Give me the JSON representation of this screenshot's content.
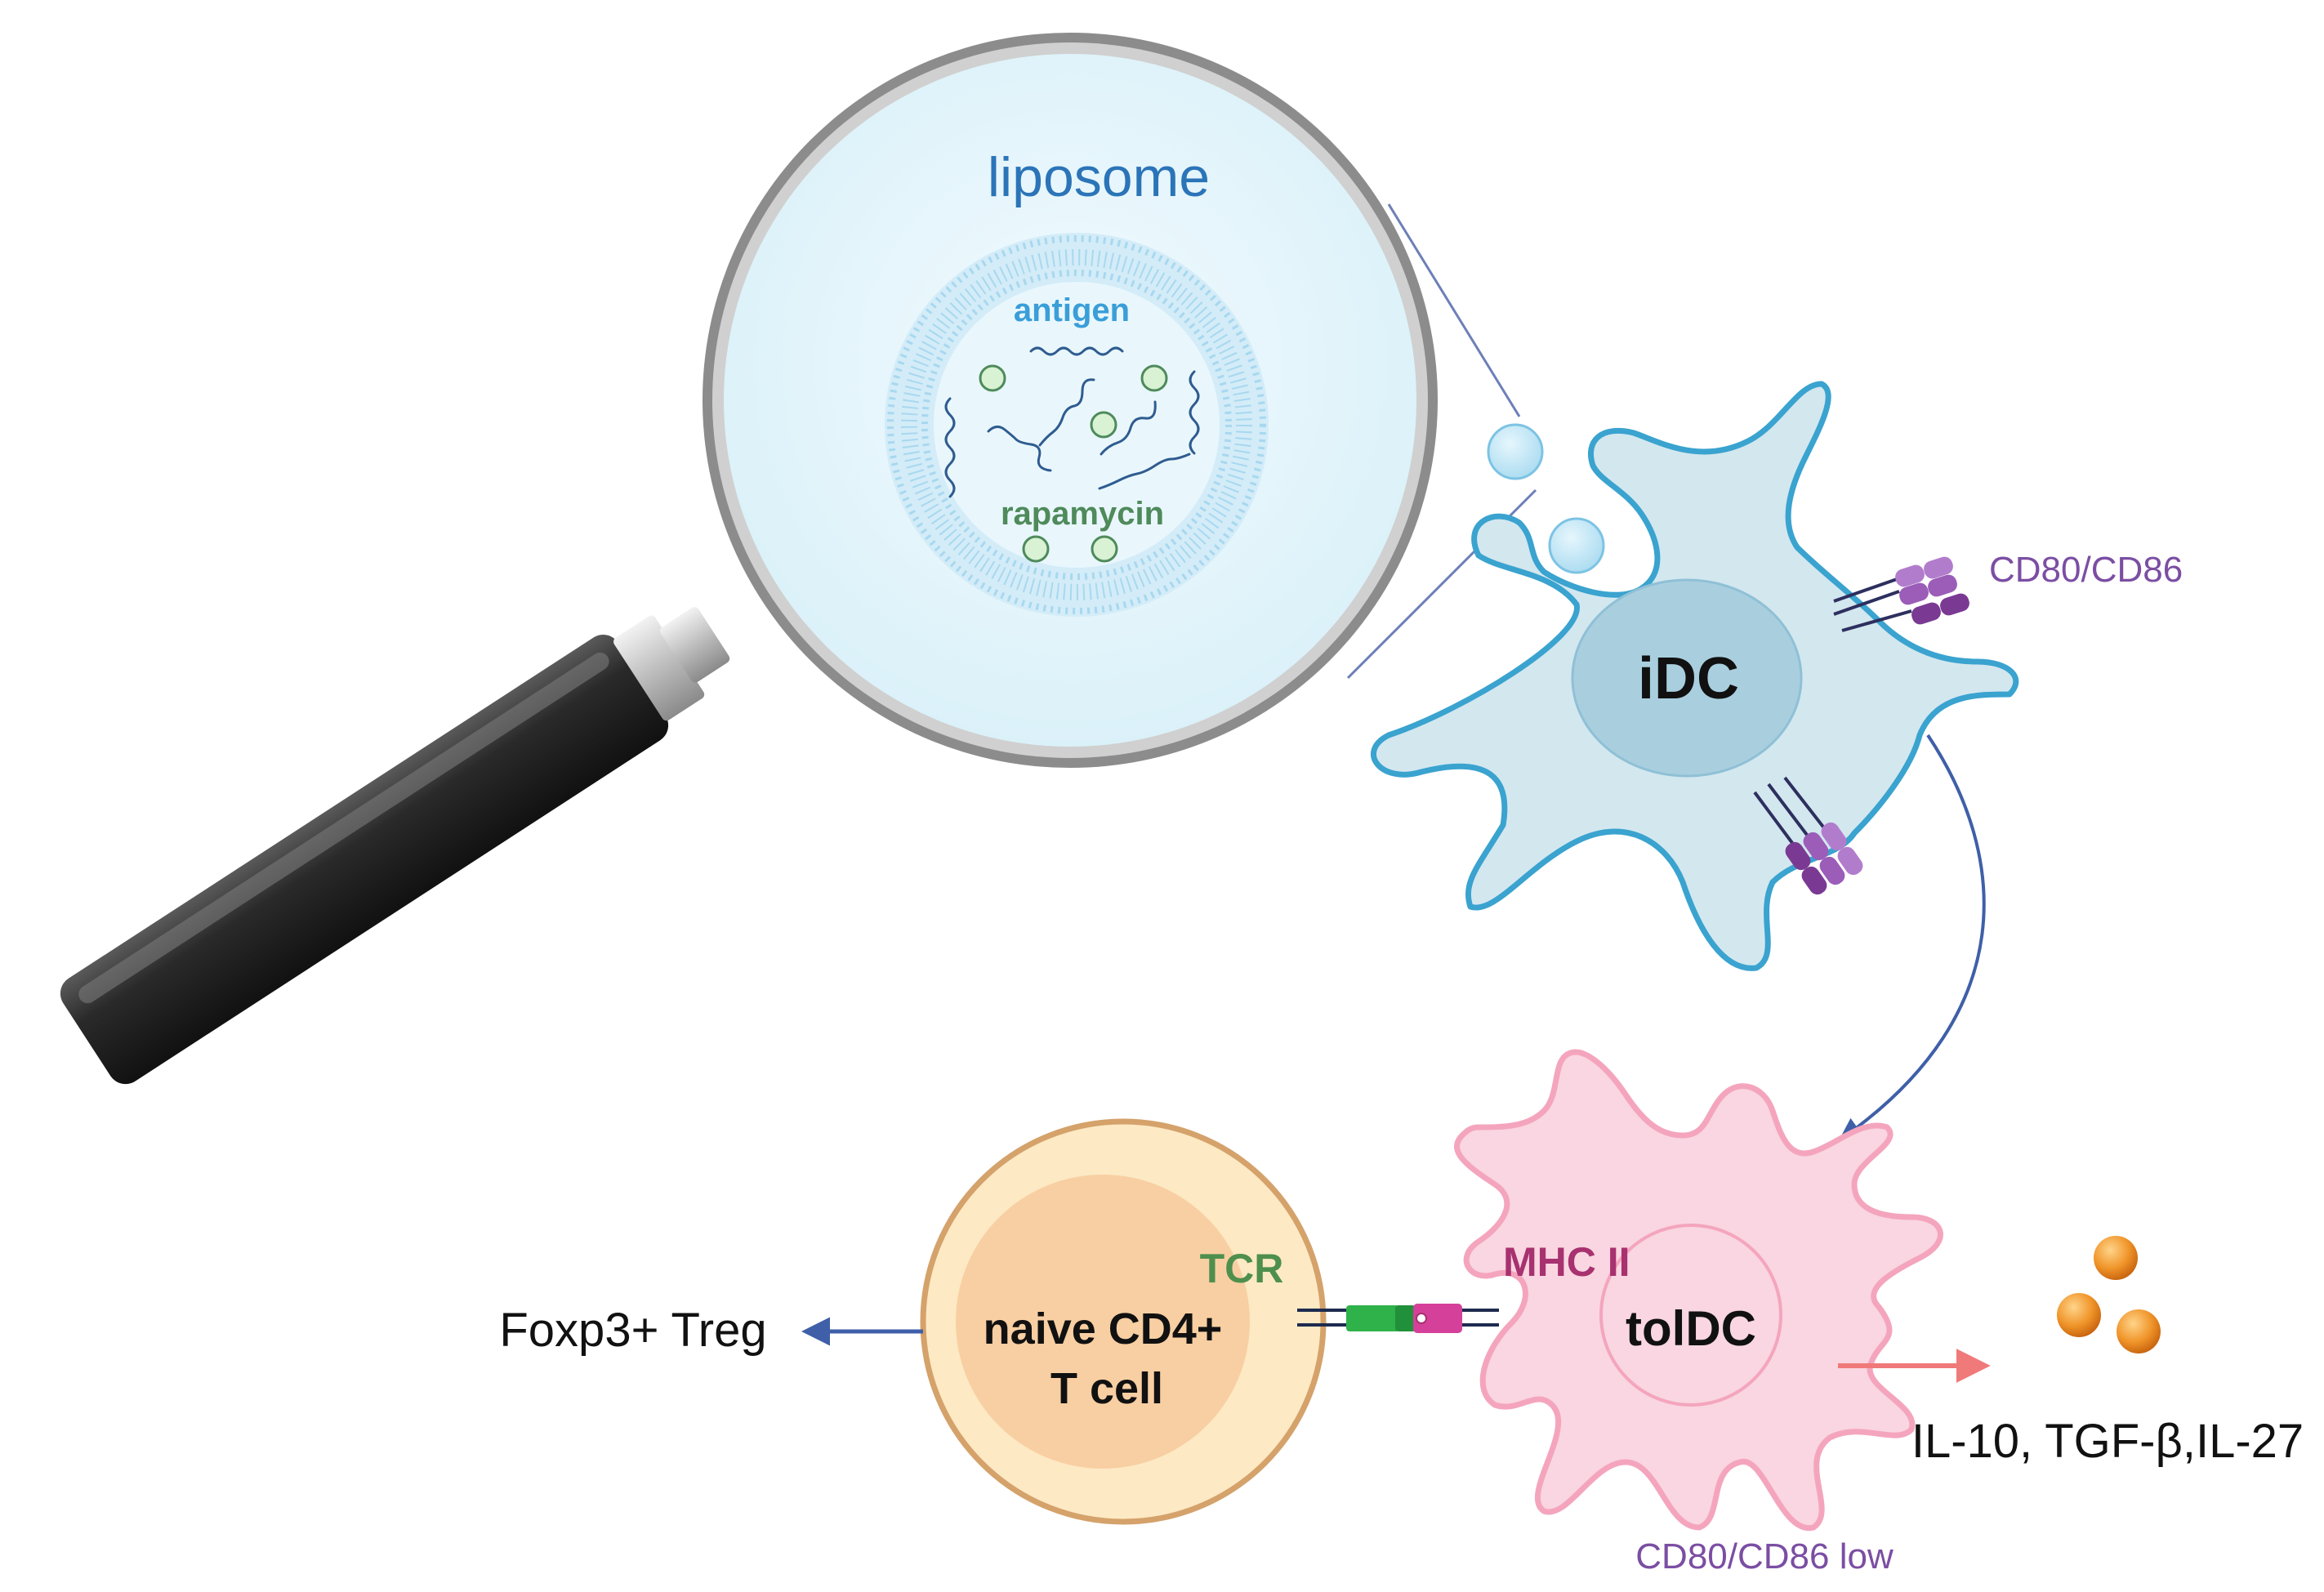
{
  "labels": {
    "liposome": "liposome",
    "antigen": "antigen",
    "rapamycin": "rapamycin",
    "idc": "iDC",
    "cd80_cd86": "CD80/CD86",
    "toldc": "tolDC",
    "mhc_ii": "MHC II",
    "tcr": "TCR",
    "naive_line1": "naive CD4+",
    "naive_line2": "T cell",
    "foxp3_treg": "Foxp3+ Treg",
    "cytokines": "IL-10, TGF-β,IL-27",
    "cd80_cd86_low": "CD80/CD86 low"
  },
  "colors": {
    "liposome_text": "#2b74b8",
    "antigen_text": "#3a9ed8",
    "rapamycin_text": "#4f8a5b",
    "idc_fill": "#d3e7ef",
    "idc_stroke": "#3aa3cf",
    "idc_nucleus": "#a9cfdf",
    "receptor_purple": "#8a4aa2",
    "cd80_text": "#7b4ea3",
    "toldc_fill": "#f9d6e1",
    "toldc_stroke": "#f4a5bd",
    "mhc_text": "#a8316f",
    "tcr_text": "#4e8f4d",
    "tcell_fill": "#fde9c4",
    "tcell_stroke": "#d4a26a",
    "tcell_nucleus": "#f8cfa2",
    "arrow_blue": "#3f5fa8",
    "arrow_red": "#f07a7a",
    "cytokine_orange": "#e8891f",
    "handle": "#2b2b2b"
  }
}
